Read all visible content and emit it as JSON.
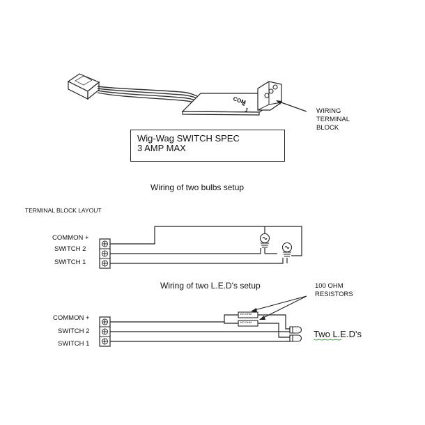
{
  "switch_board": {
    "pin_com": "COM",
    "pin_2": "2",
    "pin_1": "1",
    "callout": [
      "WIRING",
      "TERMINAL",
      "BLOCK"
    ]
  },
  "spec": {
    "line1": "Wig-Wag SWITCH  SPEC",
    "line2": "3 AMP MAX"
  },
  "bulbs_section": {
    "title": "Wiring of two bulbs setup",
    "layout_title": "TERMINAL BLOCK LAYOUT",
    "terminals": [
      "COMMON +",
      "SWITCH 2",
      "SWITCH 1"
    ]
  },
  "led_section": {
    "title": "Wiring of two L.E.D's setup",
    "resistor_callout": [
      "100 OHM",
      "RESISTORS"
    ],
    "resistor_label": "100 OHM",
    "terminals": [
      "COMMON +",
      "SWITCH 2",
      "SWITCH 1"
    ],
    "led_label": "Two L.E.D's"
  }
}
